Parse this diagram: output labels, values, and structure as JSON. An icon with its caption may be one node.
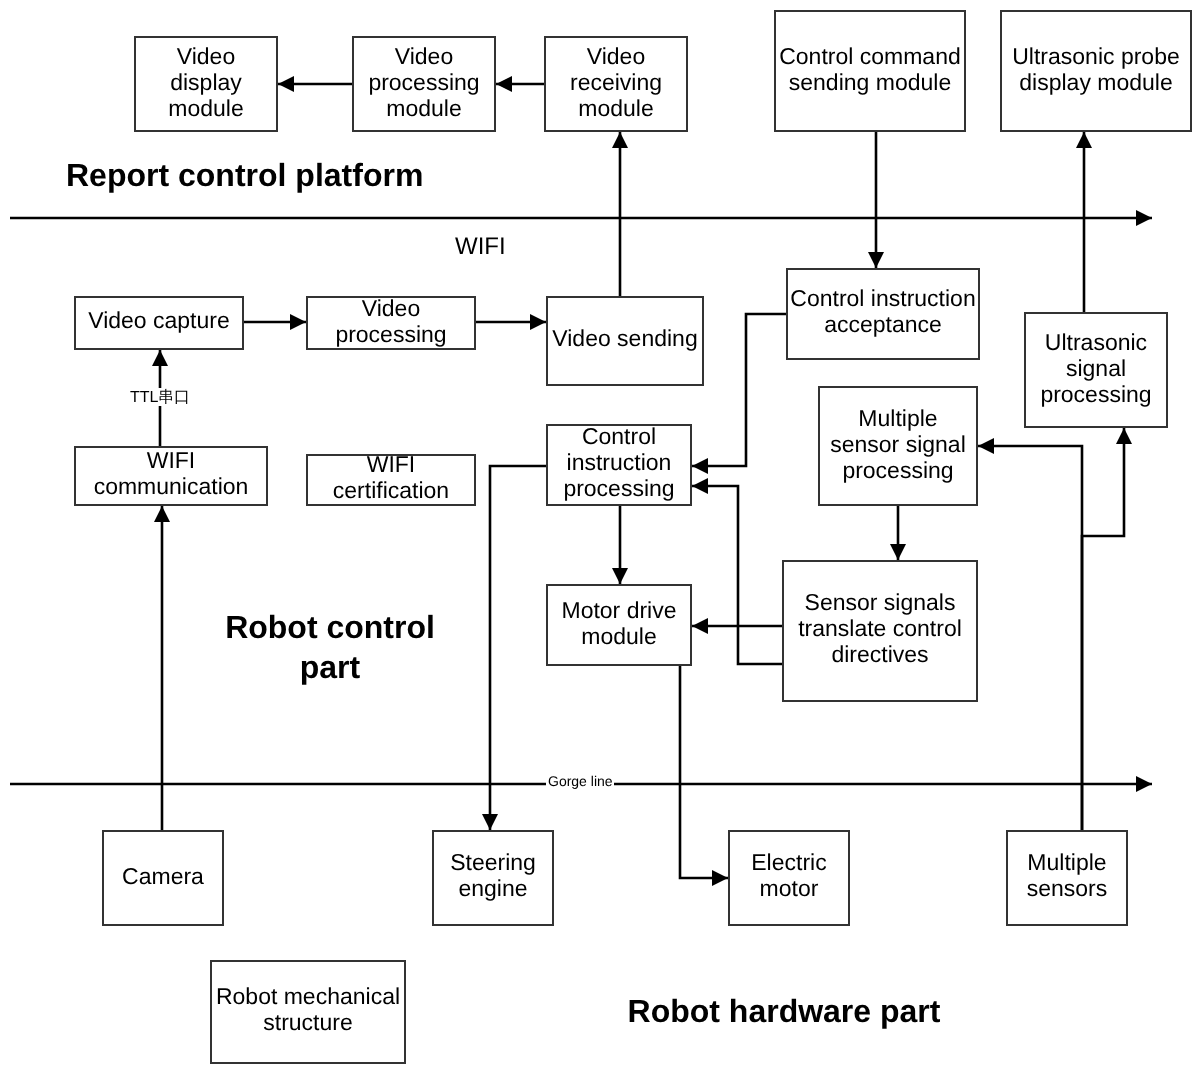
{
  "diagram": {
    "nodes": [
      {
        "text": [
          "Video display module"
        ]
      },
      {
        "text": [
          "Video processing module"
        ]
      },
      {
        "text": [
          "Video receiving module"
        ]
      },
      {
        "text": [
          "Control command sending module"
        ]
      },
      {
        "text": [
          "Ultrasonic probe display module"
        ]
      },
      {
        "text": [
          "Video capture"
        ]
      },
      {
        "text": [
          "Video processing"
        ]
      },
      {
        "text": [
          "Video sending"
        ]
      },
      {
        "text": [
          "Control instruction acceptance"
        ]
      },
      {
        "text": [
          "Ultrasonic signal processing"
        ]
      },
      {
        "text": [
          "WIFI communication"
        ]
      },
      {
        "text": [
          "WIFI certification"
        ]
      },
      {
        "text": [
          "Control instruction processing"
        ]
      },
      {
        "text": [
          "Multiple sensor signal processing"
        ]
      },
      {
        "text": [
          "Motor drive module"
        ]
      },
      {
        "text": [
          "Sensor signals translate control directives"
        ]
      },
      {
        "text": [
          "Camera"
        ]
      },
      {
        "text": [
          "Steering engine"
        ]
      },
      {
        "text": [
          "Electric motor"
        ]
      },
      {
        "text": [
          "Multiple sensors"
        ]
      },
      {
        "text": [
          "Robot mechanical structure"
        ]
      }
    ],
    "edges": [
      {
        "from": 1,
        "to": 0,
        "arrow": "to"
      },
      {
        "from": 2,
        "to": 1,
        "arrow": "to"
      },
      {
        "from": 7,
        "to": 2,
        "arrow": "to"
      },
      {
        "from": 3,
        "to": 8,
        "arrow": "to"
      },
      {
        "from": 9,
        "to": 4,
        "arrow": "to"
      },
      {
        "from": 5,
        "to": 6,
        "arrow": "to"
      },
      {
        "from": 6,
        "to": 7,
        "arrow": "to"
      },
      {
        "from": 10,
        "to": 5,
        "arrow": "to",
        "label": "TTL串口"
      },
      {
        "from": 16,
        "to": 10,
        "arrow": "to"
      },
      {
        "from": 8,
        "to": 12,
        "arrow": "to"
      },
      {
        "from": 15,
        "to": 12,
        "arrow": "to"
      },
      {
        "from": 15,
        "to": 14,
        "arrow": "to"
      },
      {
        "from": 12,
        "to": 14,
        "arrow": "to"
      },
      {
        "from": 13,
        "to": 15,
        "arrow": "to"
      },
      {
        "from": 12,
        "to": 17,
        "arrow": "to"
      },
      {
        "from": 14,
        "to": 18,
        "arrow": "to"
      },
      {
        "from": 19,
        "to": 13,
        "arrow": "to"
      },
      {
        "from": 19,
        "to": 9,
        "arrow": "to"
      }
    ],
    "labels": [
      "Report control platform",
      "WIFI",
      "Robot control part",
      "Gorge line",
      "Robot hardware part"
    ]
  }
}
